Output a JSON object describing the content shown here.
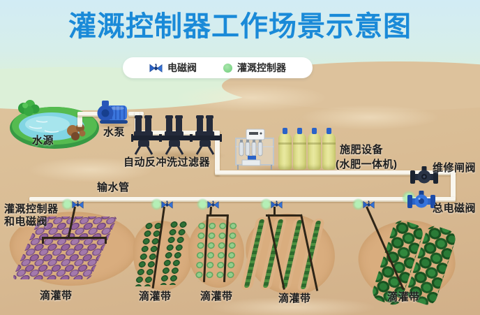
{
  "title": "灌溉控制器工作场景示意图",
  "legend": {
    "solenoid_valve_label": "电磁阀",
    "controller_label": "灌溉控制器"
  },
  "equipment": {
    "water_source": "水源",
    "water_pump": "水泵",
    "backwash_filter": "自动反冲洗过滤器",
    "fertilizer_title": "施肥设备",
    "fertilizer_subtitle": "(水肥一体机)",
    "maintenance_gate_valve": "维修闸阀",
    "main_solenoid_valve": "总电磁阀"
  },
  "pipes": {
    "water_pipe_label": "输水管"
  },
  "fields": {
    "controller_valve_label_line1": "灌溉控制器",
    "controller_valve_label_line2": "和电磁阀",
    "drip_tape_label": "滴灌带",
    "field_count": 5
  },
  "icons": {
    "solenoid_valve": "blue-bowtie-valve",
    "controller": "green-dot"
  },
  "colors": {
    "title_blue": "#1a8ad8",
    "valve_blue": "#2a63c8",
    "controller_green": "#86d88e",
    "pipe_white": "#f9f6ee",
    "sand": "#dabd95",
    "sky_blue": "#d2ecf5",
    "tank_yellow": "#e0e08c",
    "equipment_dark": "#242a3a"
  }
}
